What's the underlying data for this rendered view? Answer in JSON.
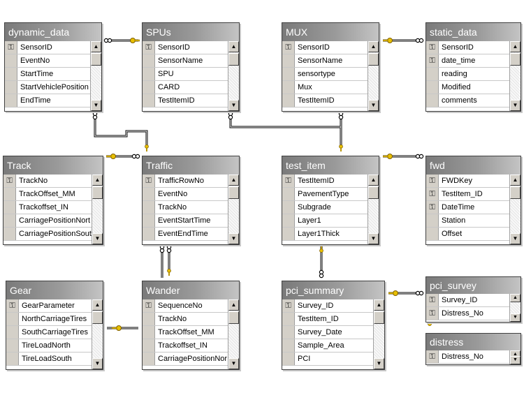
{
  "tables": {
    "dynamic_data": {
      "title": "dynamic_data",
      "rows": [
        {
          "label": "SensorID",
          "key": true
        },
        {
          "label": "EventNo",
          "key": false
        },
        {
          "label": "StartTime",
          "key": false
        },
        {
          "label": "StartVehiclePosition",
          "key": false
        },
        {
          "label": "EndTime",
          "key": false
        }
      ]
    },
    "spus": {
      "title": "SPUs",
      "rows": [
        {
          "label": "SensorID",
          "key": true
        },
        {
          "label": "SensorName",
          "key": false
        },
        {
          "label": "SPU",
          "key": false
        },
        {
          "label": "CARD",
          "key": false
        },
        {
          "label": "TestItemID",
          "key": false
        }
      ]
    },
    "mux": {
      "title": "MUX",
      "rows": [
        {
          "label": "SensorID",
          "key": true
        },
        {
          "label": "SensorName",
          "key": false
        },
        {
          "label": "sensortype",
          "key": false
        },
        {
          "label": "Mux",
          "key": false
        },
        {
          "label": "TestItemID",
          "key": false
        }
      ]
    },
    "static_data": {
      "title": "static_data",
      "rows": [
        {
          "label": "SensorID",
          "key": true
        },
        {
          "label": "date_time",
          "key": true
        },
        {
          "label": "reading",
          "key": false
        },
        {
          "label": "Modified",
          "key": false
        },
        {
          "label": "comments",
          "key": false
        }
      ]
    },
    "track": {
      "title": "Track",
      "rows": [
        {
          "label": "TrackNo",
          "key": true
        },
        {
          "label": "TrackOffset_MM",
          "key": false
        },
        {
          "label": "Trackoffset_IN",
          "key": false
        },
        {
          "label": "CarriagePositionNort",
          "key": false
        },
        {
          "label": "CarriagePositionSout",
          "key": false
        }
      ]
    },
    "traffic": {
      "title": "Traffic",
      "rows": [
        {
          "label": "TrafficRowNo",
          "key": true
        },
        {
          "label": "EventNo",
          "key": false
        },
        {
          "label": "TrackNo",
          "key": false
        },
        {
          "label": "EventStartTime",
          "key": false
        },
        {
          "label": "EventEndTime",
          "key": false
        }
      ]
    },
    "test_item": {
      "title": "test_item",
      "rows": [
        {
          "label": "TestItemID",
          "key": true
        },
        {
          "label": "PavementType",
          "key": false
        },
        {
          "label": "Subgrade",
          "key": false
        },
        {
          "label": "Layer1",
          "key": false
        },
        {
          "label": "Layer1Thick",
          "key": false
        }
      ]
    },
    "fwd": {
      "title": "fwd",
      "rows": [
        {
          "label": "FWDKey",
          "key": true
        },
        {
          "label": "TestItem_ID",
          "key": true
        },
        {
          "label": "DateTime",
          "key": true
        },
        {
          "label": "Station",
          "key": false
        },
        {
          "label": "Offset",
          "key": false
        }
      ]
    },
    "gear": {
      "title": "Gear",
      "rows": [
        {
          "label": "GearParameter",
          "key": true
        },
        {
          "label": "NorthCarriageTires",
          "key": false
        },
        {
          "label": "SouthCarriageTires",
          "key": false
        },
        {
          "label": "TireLoadNorth",
          "key": false
        },
        {
          "label": "TireLoadSouth",
          "key": false
        }
      ]
    },
    "wander": {
      "title": "Wander",
      "rows": [
        {
          "label": "SequenceNo",
          "key": true
        },
        {
          "label": "TrackNo",
          "key": false
        },
        {
          "label": "TrackOffset_MM",
          "key": false
        },
        {
          "label": "Trackoffset_IN",
          "key": false
        },
        {
          "label": "CarriagePositionNor",
          "key": false
        }
      ]
    },
    "pci_summary": {
      "title": "pci_summary",
      "rows": [
        {
          "label": "Survey_ID",
          "key": true
        },
        {
          "label": "TestItem_ID",
          "key": false
        },
        {
          "label": "Survey_Date",
          "key": false
        },
        {
          "label": "Sample_Area",
          "key": false
        },
        {
          "label": "PCI",
          "key": false
        }
      ]
    },
    "pci_survey": {
      "title": "pci_survey",
      "rows": [
        {
          "label": "Survey_ID",
          "key": true
        },
        {
          "label": "Distress_No",
          "key": true
        }
      ]
    },
    "distress": {
      "title": "distress",
      "rows": [
        {
          "label": "Distress_No",
          "key": true
        }
      ]
    }
  },
  "glyphs": {
    "key": "⚿",
    "scroll_up": "▲",
    "scroll_down": "▼"
  },
  "colors": {
    "title_dark": "#7a7a7a",
    "title_light": "#c4c4c4",
    "key_end": "#e8c000",
    "connector": "#000000"
  }
}
